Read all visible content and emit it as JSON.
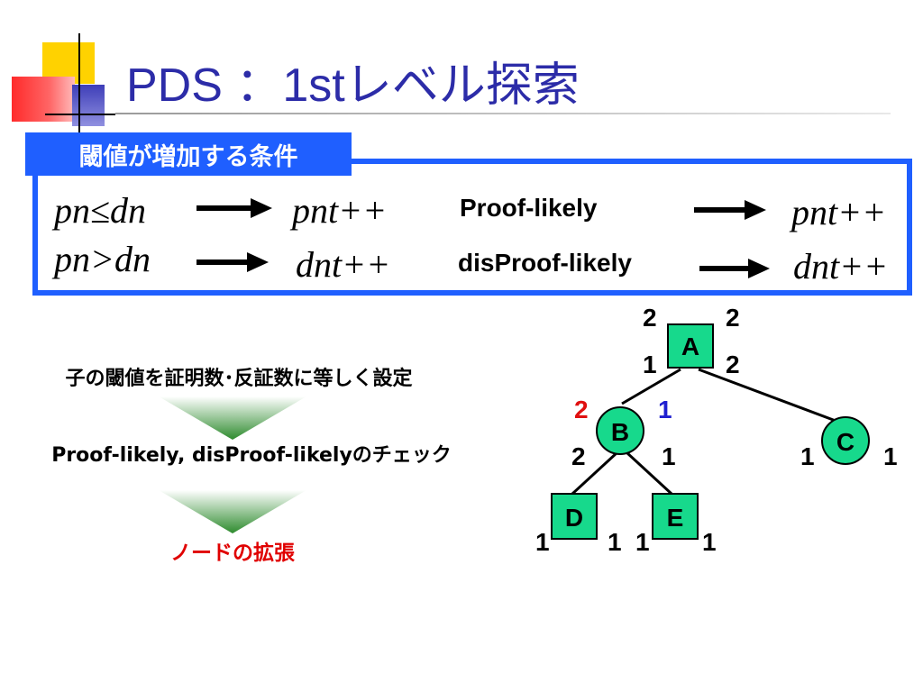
{
  "title": "PDS ：1stレベル探索",
  "condition_box": {
    "tab_label": "閾値が増加する条件",
    "rows": [
      {
        "condition": "pn≤dn",
        "result": "pnt++",
        "label": "Proof-likely",
        "label_result": "pnt++"
      },
      {
        "condition": "pn>dn",
        "result": "dnt++",
        "label": "disProof-likely",
        "label_result": "dnt++"
      }
    ]
  },
  "flow": {
    "step1": "子の閾値を証明数･反証数に等しく設定",
    "step2": "Proof-likely,  disProof-likelyのチェック",
    "step3": "ノードの拡張"
  },
  "tree": {
    "nodes": {
      "A": {
        "label": "A",
        "shape": "square",
        "top_left": "2",
        "top_right": "2",
        "bottom_left": "1",
        "bottom_right": "2"
      },
      "B": {
        "label": "B",
        "shape": "circle",
        "top_left": "2",
        "top_right": "1",
        "bottom_left": "2",
        "bottom_right": "1"
      },
      "C": {
        "label": "C",
        "shape": "circle",
        "bottom_left": "1",
        "bottom_right": "1"
      },
      "D": {
        "label": "D",
        "shape": "square",
        "bottom_left": "1",
        "bottom_right": "1"
      },
      "E": {
        "label": "E",
        "shape": "square",
        "bottom_left": "1",
        "bottom_right": "1"
      }
    },
    "edges": [
      [
        "A",
        "B"
      ],
      [
        "A",
        "C"
      ],
      [
        "B",
        "D"
      ],
      [
        "B",
        "E"
      ]
    ]
  },
  "colors": {
    "title": "#2c2ca8",
    "box_border": "#1f5fff",
    "node_fill": "#17d98c",
    "highlight_red": "#e01010",
    "highlight_blue": "#2020d0"
  }
}
